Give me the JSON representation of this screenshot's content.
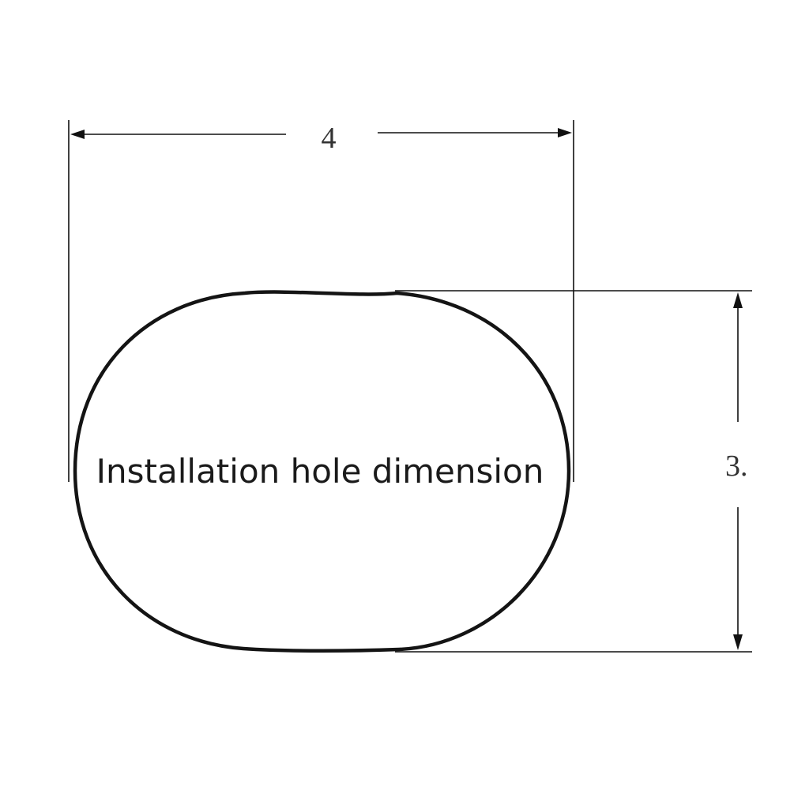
{
  "diagram": {
    "width_label": "4",
    "height_label": "3.",
    "caption": "Installation hole dimension",
    "colors": {
      "background": "#ffffff",
      "line": "#111111",
      "text": "#333333"
    }
  }
}
